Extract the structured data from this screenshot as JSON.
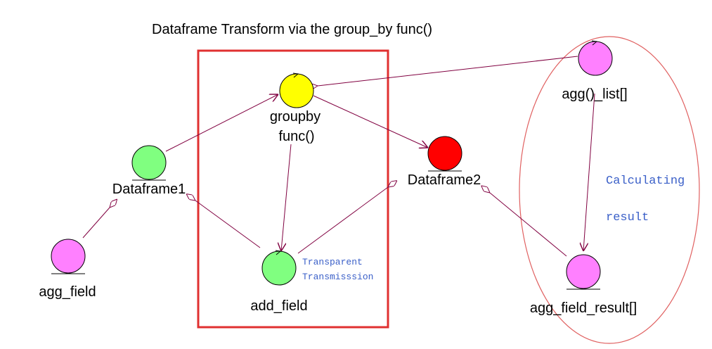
{
  "title": "Dataframe Transform via the group_by func()",
  "nodes": {
    "groupby": {
      "label_line1": "groupby",
      "label_line2": "func()",
      "color": "#ffff00"
    },
    "dataframe1": {
      "label": "Dataframe1",
      "color": "#80ff80"
    },
    "dataframe2": {
      "label": "Dataframe2",
      "color": "#ff0000"
    },
    "agg_field": {
      "label": "agg_field",
      "color": "#ff80ff"
    },
    "add_field": {
      "label": "add_field",
      "color": "#80ff80"
    },
    "agg_list": {
      "label": "agg()_list[]",
      "color": "#ff80ff"
    },
    "agg_field_result": {
      "label": "agg_field_result[]",
      "color": "#ff80ff"
    }
  },
  "notes": {
    "transparent_line1": "Transparent",
    "transparent_line2": "Transmisssion",
    "calculating_line1": "Calculating",
    "calculating_line2": "result"
  },
  "colors": {
    "connector": "#800040",
    "highlight_box": "#e03030",
    "ellipse": "#e06060",
    "note_text": "#3a5fc8"
  }
}
